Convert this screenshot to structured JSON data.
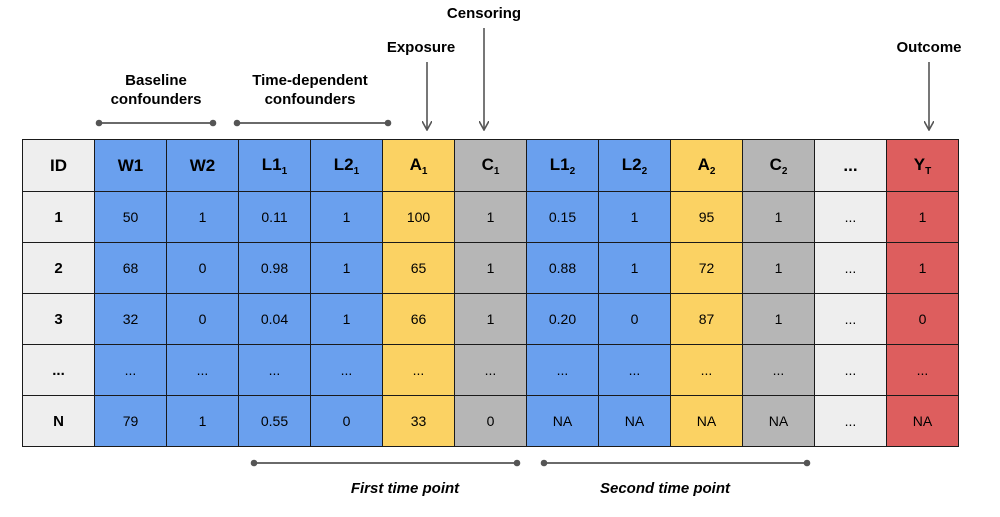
{
  "top_labels": {
    "baseline": [
      "Baseline",
      "confounders"
    ],
    "timedep": [
      "Time-dependent",
      "confounders"
    ],
    "exposure": "Exposure",
    "censoring": "Censoring",
    "outcome": "Outcome"
  },
  "bottom_labels": {
    "first": "First time point",
    "second": "Second time point"
  },
  "colors": {
    "id": "#eeeeee",
    "confounder": "#6aa0ee",
    "exposure": "#fbd263",
    "censoring": "#b6b6b6",
    "ellipsis": "#eeeeee",
    "outcome": "#dd5e5e"
  },
  "columns": [
    {
      "key": "id",
      "main": "ID",
      "sub": "",
      "group": "id"
    },
    {
      "key": "w1",
      "main": "W1",
      "sub": "",
      "group": "confounder"
    },
    {
      "key": "w2",
      "main": "W2",
      "sub": "",
      "group": "confounder"
    },
    {
      "key": "l1_1",
      "main": "L1",
      "sub": "1",
      "group": "confounder"
    },
    {
      "key": "l2_1",
      "main": "L2",
      "sub": "1",
      "group": "confounder"
    },
    {
      "key": "a_1",
      "main": "A",
      "sub": "1",
      "group": "exposure"
    },
    {
      "key": "c_1",
      "main": "C",
      "sub": "1",
      "group": "censoring"
    },
    {
      "key": "l1_2",
      "main": "L1",
      "sub": "2",
      "group": "confounder"
    },
    {
      "key": "l2_2",
      "main": "L2",
      "sub": "2",
      "group": "confounder"
    },
    {
      "key": "a_2",
      "main": "A",
      "sub": "2",
      "group": "exposure"
    },
    {
      "key": "c_2",
      "main": "C",
      "sub": "2",
      "group": "censoring"
    },
    {
      "key": "ell",
      "main": "...",
      "sub": "",
      "group": "ellipsis"
    },
    {
      "key": "y_t",
      "main": "Y",
      "sub": "T",
      "group": "outcome"
    }
  ],
  "rows": [
    [
      "1",
      "50",
      "1",
      "0.11",
      "1",
      "100",
      "1",
      "0.15",
      "1",
      "95",
      "1",
      "...",
      "1"
    ],
    [
      "2",
      "68",
      "0",
      "0.98",
      "1",
      "65",
      "1",
      "0.88",
      "1",
      "72",
      "1",
      "...",
      "1"
    ],
    [
      "3",
      "32",
      "0",
      "0.04",
      "1",
      "66",
      "1",
      "0.20",
      "0",
      "87",
      "1",
      "...",
      "0"
    ],
    [
      "...",
      "...",
      "...",
      "...",
      "...",
      "...",
      "...",
      "...",
      "...",
      "...",
      "...",
      "...",
      "..."
    ],
    [
      "N",
      "79",
      "1",
      "0.55",
      "0",
      "33",
      "0",
      "NA",
      "NA",
      "NA",
      "NA",
      "...",
      "NA"
    ]
  ]
}
